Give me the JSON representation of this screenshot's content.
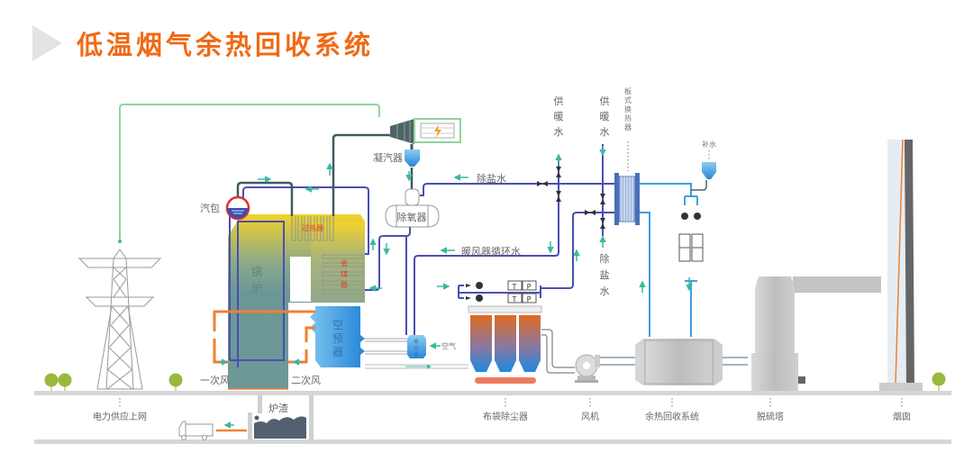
{
  "title": "低温烟气余热回收系统",
  "colors": {
    "accent": "#f06a14",
    "steam_pipe": "#3e5a5f",
    "water_pipe": "#4a4fb0",
    "cool_pipe": "#3ea0e0",
    "power_line": "#8fd49a",
    "flow_arrow": "#3cb8a0",
    "air_pipe": "#f08030",
    "ground": "#d6d6d6",
    "tree": "#9ab83c"
  },
  "labels": {
    "drum": "汽包",
    "condenser": "凝汽器",
    "deaerator": "除氧器",
    "superheater": "过热器",
    "boiler": [
      "锅",
      "炉"
    ],
    "economizer": [
      "省",
      "煤",
      "器"
    ],
    "air_preheater": [
      "空",
      "预",
      "器"
    ],
    "air_heater": [
      "暖",
      "风",
      "器"
    ],
    "air": "空气",
    "primary_air": "一次风",
    "secondary_air": "二次风",
    "slag": "炉渣",
    "demin_water_top": "除盐水",
    "heater_circ_water": "暖风器循环水",
    "heating_water_1": [
      "供",
      "暖",
      "水"
    ],
    "heating_water_2": [
      "供",
      "暖",
      "水"
    ],
    "plate_hx": [
      "板",
      "式",
      "换",
      "热",
      "器"
    ],
    "demin_water_vertical": [
      "除",
      "盐",
      "水"
    ],
    "makeup_water": "补水",
    "pump_t": "T",
    "pump_p": "P"
  },
  "bottom_labels": {
    "power_grid": "电力供应上网",
    "baghouse": "布袋除尘器",
    "fan": "风机",
    "waste_heat": "余热回收系统",
    "desulfurization": "脱硫塔",
    "chimney": "烟囱"
  },
  "icons": [
    "play-triangle-icon",
    "power-tower-icon",
    "tree-icon",
    "truck-icon",
    "turbine-icon",
    "generator-icon",
    "valve-icon",
    "pump-icon",
    "fan-icon"
  ]
}
